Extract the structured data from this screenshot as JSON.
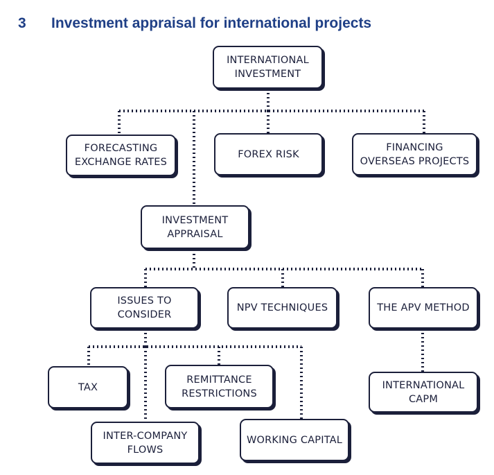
{
  "heading": {
    "number": "3",
    "title": "Investment appraisal for international projects"
  },
  "nodes": {
    "international_investment": "INTERNATIONAL\nINVESTMENT",
    "forecasting_exchange_rates": "FORECASTING\nEXCHANGE RATES",
    "forex_risk": "FOREX RISK",
    "financing_overseas_projects": "FINANCING\nOVERSEAS PROJECTS",
    "investment_appraisal": "INVESTMENT\nAPPRAISAL",
    "issues_to_consider": "ISSUES TO\nCONSIDER",
    "npv_techniques": "NPV TECHNIQUES",
    "apv_method": "THE APV METHOD",
    "tax": "TAX",
    "remittance_restrictions": "REMITTANCE\nRESTRICTIONS",
    "inter_company_flows": "INTER-COMPANY\nFLOWS",
    "working_capital": "WORKING CAPITAL",
    "international_capm": "INTERNATIONAL\nCAPM"
  },
  "colors": {
    "heading": "#1f3f86",
    "box_border": "#1b1f3a",
    "connector": "#1b1f3a"
  }
}
